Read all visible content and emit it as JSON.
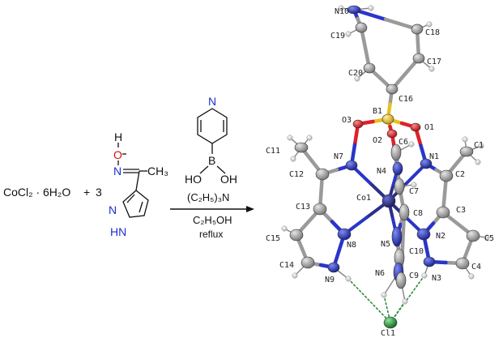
{
  "reaction": {
    "reagent": "CoCl₂ · 6H₂O",
    "plus": "+",
    "coefficient": "3",
    "ligand": {
      "oh_label": "H",
      "o_label": "O",
      "n_oxime": "N",
      "methyl": "CH₃",
      "n_ring": "N",
      "nh_ring": "HN"
    },
    "boronic_acid": {
      "ring_n": "N",
      "boron": "B",
      "ho_left": "HO",
      "oh_right": "OH"
    },
    "conditions": {
      "base": "(C₂H₅)₃N",
      "solvent": "C₂H₅OH",
      "process": "reflux"
    }
  },
  "structure": {
    "labels": {
      "N10": "N10",
      "C19": "C19",
      "C18": "C18",
      "C17": "C17",
      "C20": "C20",
      "C16": "C16",
      "B1": "B1",
      "O3": "O3",
      "O1": "O1",
      "O2": "O2",
      "C6": "C6",
      "C1": "C1",
      "C11": "C11",
      "N7": "N7",
      "N1": "N1",
      "N4": "N4",
      "C12": "C12",
      "C2": "C2",
      "C7": "C7",
      "Co1": "Co1",
      "C13": "C13",
      "C8": "C8",
      "C3": "C3",
      "N8": "N8",
      "N2": "N2",
      "C15": "C15",
      "N5": "N5",
      "C5": "C5",
      "C10": "C10",
      "C14": "C14",
      "N6": "N6",
      "C4": "C4",
      "N9": "N9",
      "C9": "C9",
      "N3": "N3",
      "Cl1": "Cl1"
    },
    "colors": {
      "carbon": "#9a9a9a",
      "nitrogen": "#2a35c8",
      "oxygen": "#e0202a",
      "boron": "#e8c020",
      "cobalt": "#2b2e8a",
      "chlorine": "#2a9a3a",
      "hydrogen": "#f4f4f4",
      "hbond": "#2a8a3a"
    }
  }
}
